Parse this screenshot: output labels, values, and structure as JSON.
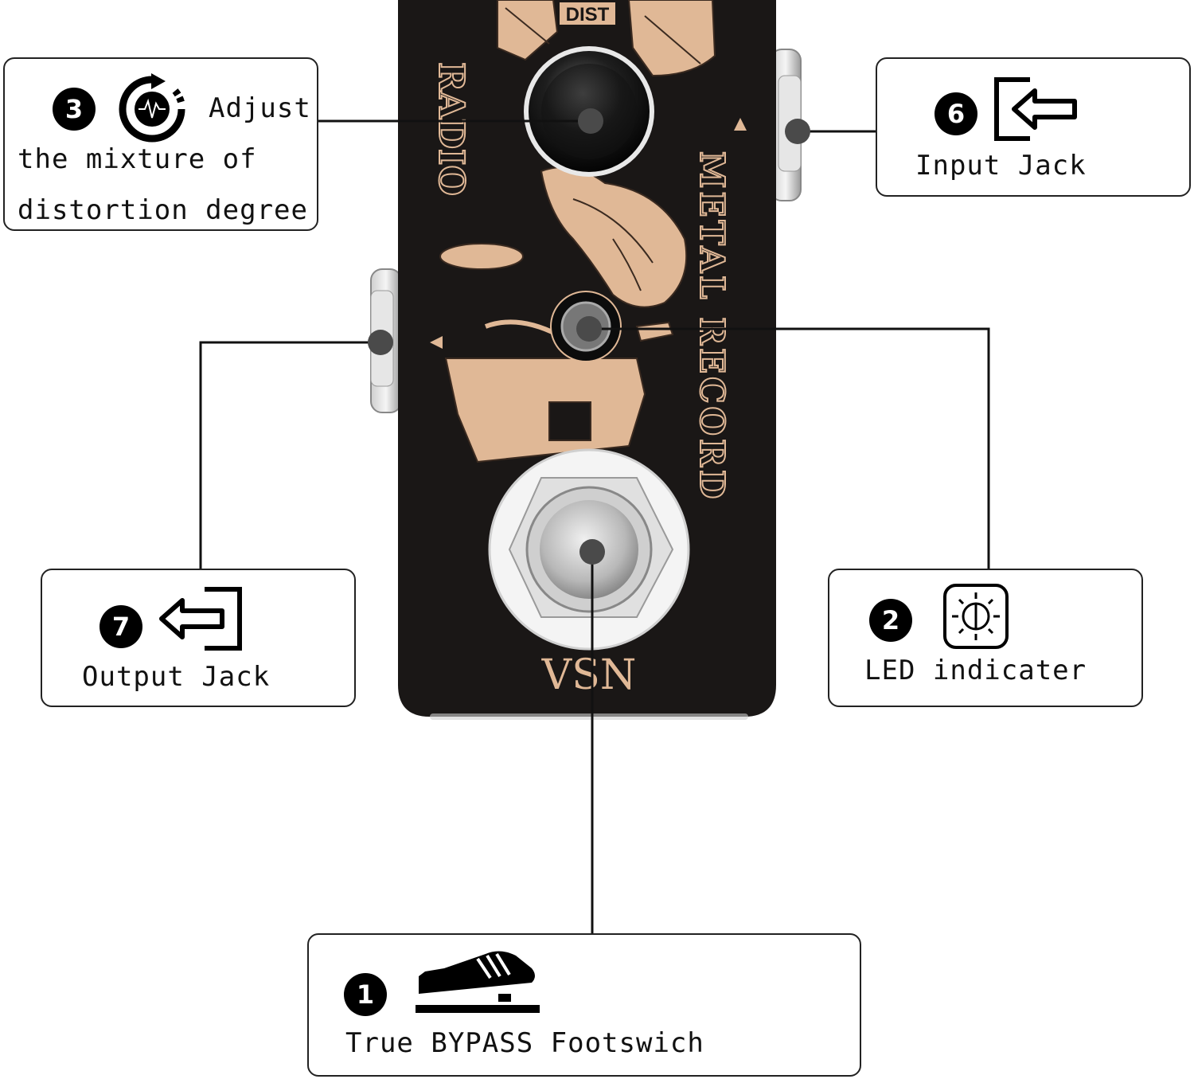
{
  "pedal": {
    "knob_label": "DIST",
    "brand": "VSN",
    "side_text": "RADIO",
    "model_text": "METAL RECORD",
    "body_color": "#1a1716",
    "accent_color": "#e0b896"
  },
  "callouts": {
    "distortion": {
      "number": "3",
      "line1": "Adjust",
      "line2": "the mixture of",
      "line3": "distortion degree"
    },
    "input": {
      "number": "6",
      "label": "Input Jack"
    },
    "output": {
      "number": "7",
      "label": "Output Jack"
    },
    "led": {
      "number": "2",
      "label": "LED indicater"
    },
    "footswitch": {
      "number": "1",
      "label": "True BYPASS Footswich"
    }
  },
  "icons": {
    "distortion": "rotary-knob-icon",
    "input": "input-arrow-icon",
    "output": "output-arrow-icon",
    "led": "light-bulb-icon",
    "footswitch": "foot-pedal-icon"
  }
}
